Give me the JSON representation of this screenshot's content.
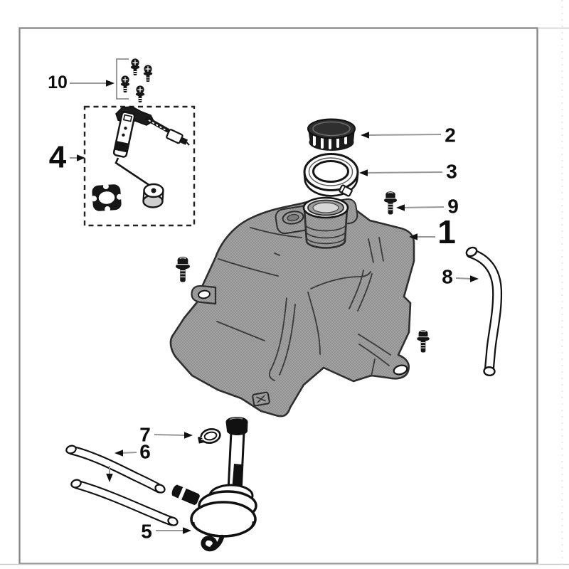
{
  "colors": {
    "background": "#ffffff",
    "frame": "#8a8a8a",
    "frame_light": "#cccccc",
    "label": "#0d0d0d",
    "leader": "#979797",
    "arrow": "#111111",
    "ink": "#161616",
    "tank_base": "#a1a1a1",
    "tank_dot": "#878787",
    "tank_outline": "#2e2e2e",
    "crease": "#3a3a3a"
  },
  "callouts": {
    "c1": "1",
    "c2": "2",
    "c3": "3",
    "c4": "4",
    "c5": "5",
    "c6": "6",
    "c7": "7",
    "c8": "8",
    "c9": "9",
    "c10": "10"
  }
}
